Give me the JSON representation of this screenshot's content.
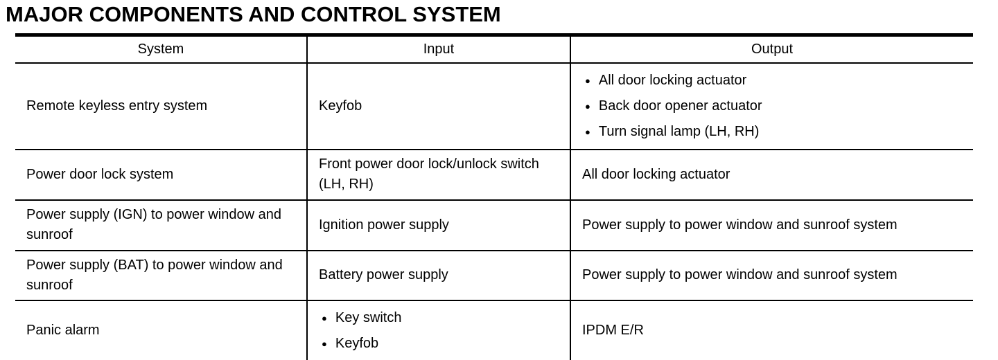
{
  "page": {
    "title": "MAJOR COMPONENTS AND CONTROL SYSTEM"
  },
  "colors": {
    "text": "#000000",
    "background": "#ffffff",
    "border": "#000000"
  },
  "icons": {
    "bullet": "●"
  },
  "table": {
    "headers": {
      "system": "System",
      "input": "Input",
      "output": "Output"
    },
    "rows": [
      {
        "system": "Remote keyless entry system",
        "input": "Keyfob",
        "output_items": [
          "All door locking actuator",
          "Back door opener actuator",
          "Turn signal lamp (LH, RH)"
        ]
      },
      {
        "system": "Power door lock system",
        "input": "Front power door lock/unlock switch (LH, RH)",
        "output": "All door locking actuator"
      },
      {
        "system": "Power supply (IGN) to power window and sunroof",
        "input": "Ignition power supply",
        "output": "Power supply to power window and sunroof system"
      },
      {
        "system": "Power supply (BAT) to power window and sunroof",
        "input": "Battery power supply",
        "output": "Power supply to power window and sunroof system"
      },
      {
        "system": "Panic alarm",
        "input_items": [
          "Key switch",
          "Keyfob"
        ],
        "output": "IPDM E/R"
      }
    ]
  }
}
